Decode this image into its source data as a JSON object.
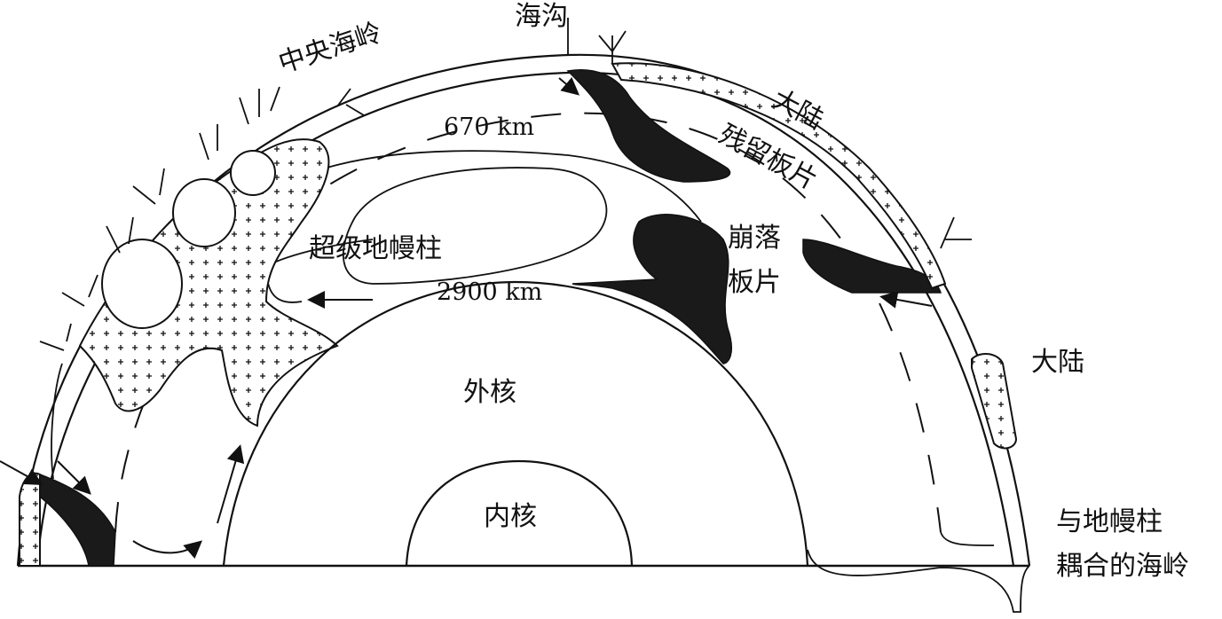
{
  "labels": {
    "trench": "海沟",
    "mid_ocean_ridge": "中央海岭",
    "continent_top": "大陆",
    "remnant_slab": "残留板片",
    "depth_670": "670 km",
    "superplume": "超级地幔柱",
    "collapsed_slab_line1": "崩落",
    "collapsed_slab_line2": "板片",
    "depth_2900": "2900 km",
    "continent_right": "大陆",
    "outer_core": "外核",
    "inner_core": "内核",
    "coupled_ridge_line1": "与地幔柱",
    "coupled_ridge_line2": "耦合的海岭"
  },
  "colors": {
    "ink": "#111111",
    "slab_fill": "#1a1a1a",
    "background": "#ffffff"
  }
}
